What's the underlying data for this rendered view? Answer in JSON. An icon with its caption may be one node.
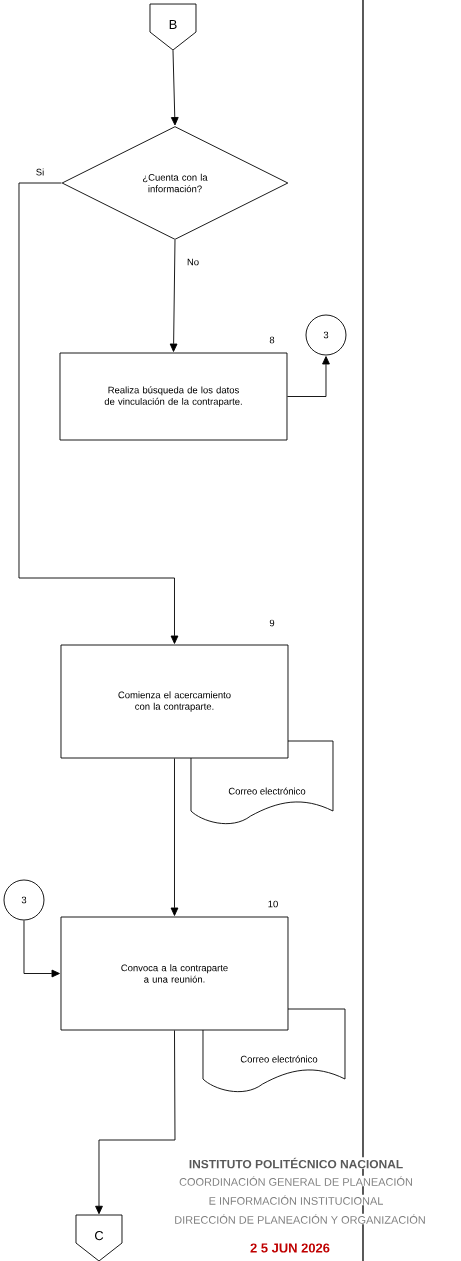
{
  "diagram": {
    "nodes": [
      {
        "text": [
          "B"
        ]
      },
      {
        "text": [
          "¿Cuenta con la información?"
        ]
      },
      {
        "text": [
          "Realiza búsqueda de los datos de vinculación de la contraparte."
        ],
        "beside": [
          "8"
        ]
      },
      {
        "text": [
          "3"
        ]
      },
      {
        "text": [
          "Comienza el acercamiento con la contraparte."
        ],
        "beside": [
          "9"
        ]
      },
      {
        "text": [
          "Correo electrónico"
        ]
      },
      {
        "text": [
          "3"
        ]
      },
      {
        "text": [
          "Convoca a la contraparte a una reunión."
        ],
        "beside": [
          "10"
        ]
      },
      {
        "text": [
          "Correo electrónico"
        ]
      },
      {
        "text": [
          "C"
        ]
      }
    ],
    "edges": [
      {
        "from": 0,
        "to": 1,
        "arrow": "to"
      },
      {
        "from": 1,
        "to": 4,
        "arrow": "to",
        "label": "Si"
      },
      {
        "from": 1,
        "to": 2,
        "arrow": "to",
        "label": "No"
      },
      {
        "from": 2,
        "to": 3,
        "arrow": "to"
      },
      {
        "from": 4,
        "to": 7,
        "arrow": "to"
      },
      {
        "from": 6,
        "to": 7,
        "arrow": "to"
      },
      {
        "from": 7,
        "to": 9,
        "arrow": "to"
      }
    ],
    "labels": [
      "INSTITUTO POLITÉCNICO NACIONAL",
      "COORDINACIÓN GENERAL DE PLANEACIÓN",
      "E INFORMACIÓN INSTITUCIONAL",
      "DIRECCIÓN DE PLANEACIÓN Y ORGANIZACIÓN",
      "2 5 JUN 2026"
    ]
  }
}
